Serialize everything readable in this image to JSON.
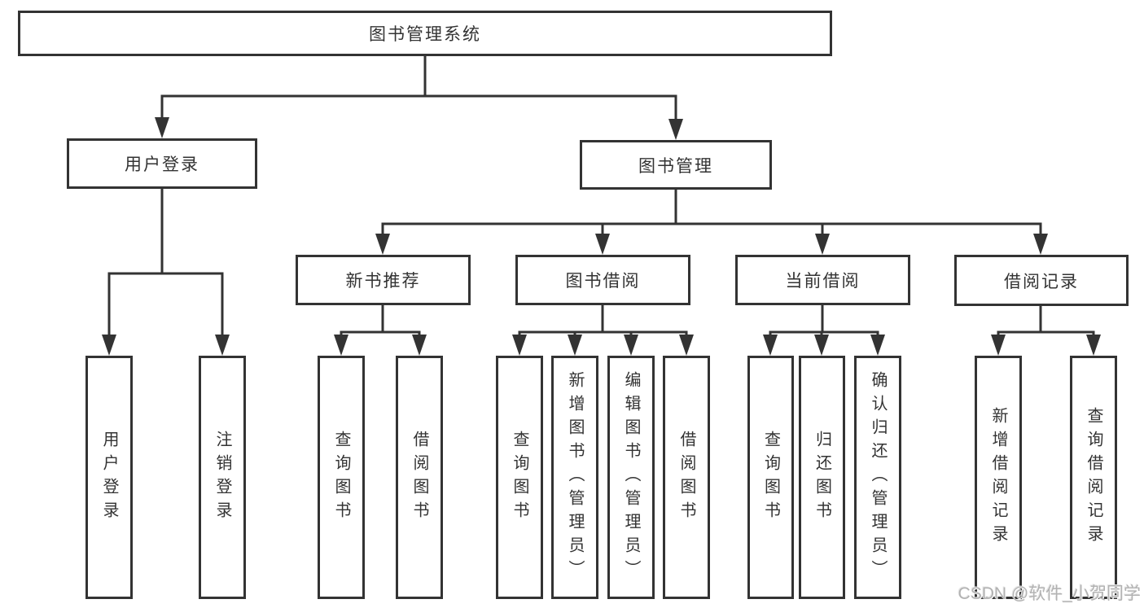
{
  "nodes": {
    "root": {
      "label": "图书管理系统"
    },
    "user_login": {
      "label": "用户登录"
    },
    "book_mgmt": {
      "label": "图书管理"
    },
    "new_book_rec": {
      "label": "新书推荐"
    },
    "book_borrow": {
      "label": "图书借阅"
    },
    "current_borrow": {
      "label": "当前借阅"
    },
    "borrow_records": {
      "label": "借阅记录"
    },
    "leaf_user_login": {
      "label": "用户登录"
    },
    "leaf_logout": {
      "label": "注销登录"
    },
    "leaf_rec_query_books": {
      "label": "查询图书"
    },
    "leaf_rec_borrow_books": {
      "label": "借阅图书"
    },
    "leaf_bb_query_books": {
      "label": "查询图书"
    },
    "leaf_bb_add_books": {
      "label": "新增图书（管理员）"
    },
    "leaf_bb_edit_books": {
      "label": "编辑图书（管理员）"
    },
    "leaf_bb_borrow_books": {
      "label": "借阅图书"
    },
    "leaf_cb_query_books": {
      "label": "查询图书"
    },
    "leaf_cb_return_books": {
      "label": "归还图书"
    },
    "leaf_cb_confirm_return": {
      "label": "确认归还（管理员）"
    },
    "leaf_br_add_record": {
      "label": "新增借阅记录"
    },
    "leaf_br_query_record": {
      "label": "查询借阅记录"
    }
  },
  "watermark": {
    "text": "CSDN @软件_小贺同学"
  },
  "colors": {
    "line": "#333333",
    "box_border": "#333333",
    "text": "#333333",
    "background": "#ffffff",
    "watermark": "#b2b2b2"
  }
}
